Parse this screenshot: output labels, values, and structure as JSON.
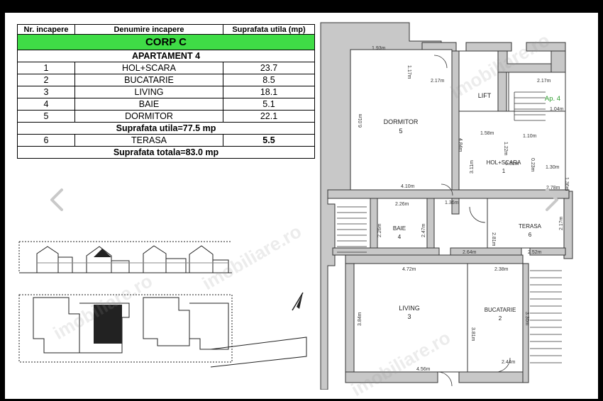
{
  "table": {
    "headers": [
      "Nr. incapere",
      "Denumire incapere",
      "Suprafata utila (mp)"
    ],
    "corp": "CORP C",
    "apartment": "APARTAMENT 4",
    "rows": [
      {
        "nr": "1",
        "name": "HOL+SCARA",
        "area": "23.7"
      },
      {
        "nr": "2",
        "name": "BUCATARIE",
        "area": "8.5"
      },
      {
        "nr": "3",
        "name": "LIVING",
        "area": "18.1"
      },
      {
        "nr": "4",
        "name": "BAIE",
        "area": "5.1"
      },
      {
        "nr": "5",
        "name": "DORMITOR",
        "area": "22.1"
      }
    ],
    "utila_total": "Suprafata utila=77.5 mp",
    "terasa": {
      "nr": "6",
      "name": "TERASA",
      "area": "5.5"
    },
    "total": "Suprafata totala=83.0 mp"
  },
  "plan": {
    "rooms": {
      "dormitor": {
        "name": "DORMITOR",
        "nr": "5"
      },
      "lift": {
        "name": "LIFT"
      },
      "ap": {
        "name": "Ap. 4"
      },
      "hol": {
        "name": "HOL+SCARA",
        "nr": "1"
      },
      "baie": {
        "name": "BAIE",
        "nr": "4"
      },
      "terasa": {
        "name": "TERASA",
        "nr": "6"
      },
      "living": {
        "name": "LIVING",
        "nr": "3"
      },
      "bucatarie": {
        "name": "BUCATARIE",
        "nr": "2"
      }
    },
    "dims": {
      "d1": "1.93m",
      "d2": "1.17m",
      "d3": "2.17m",
      "d4": "2.17m",
      "d5": "6.01m",
      "d6": "4.84m",
      "d7": "1.04m",
      "d8": "1.58m",
      "d9": "1.22m",
      "d10": "1.10m",
      "d11": "0.31m",
      "d12": "0.23m",
      "d13": "1.30m",
      "d14": "3.11m",
      "d15": "1.36m",
      "d16": "4.10m",
      "d17": "2.78m",
      "d18": "1.36m",
      "d19": "2.26m",
      "d20": "2.81m",
      "d21": "2.26m",
      "d22": "2.47m",
      "d23": "2.17m",
      "d24": "2.64m",
      "d25": "2.52m",
      "d26": "4.72m",
      "d27": "2.38m",
      "d28": "3.84m",
      "d29": "3.81m",
      "d30": "3.30m",
      "d31": "4.56m",
      "d32": "2.44m"
    }
  },
  "nav": {
    "prev": "previous-image",
    "next": "next-image"
  },
  "colors": {
    "accent": "#3fdc46",
    "ap_label": "#2a9a2a",
    "wall": "#c8c8c8"
  },
  "watermark": "imobiliare.ro"
}
